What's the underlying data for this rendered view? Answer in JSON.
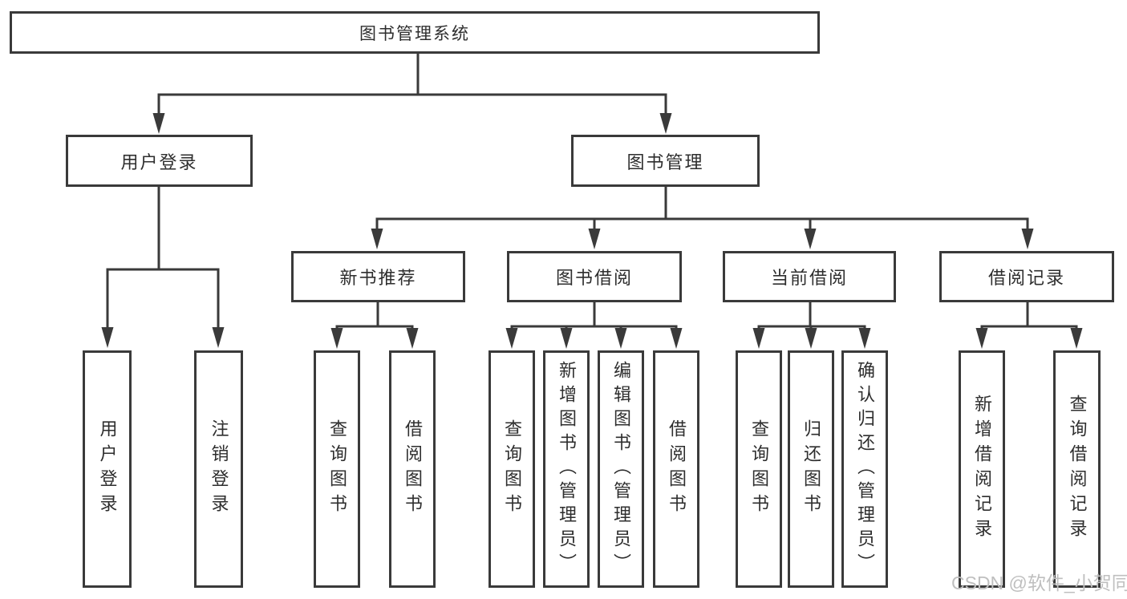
{
  "diagram": {
    "root": {
      "label": "图书管理系统"
    },
    "level2": {
      "user_login": {
        "label": "用户登录"
      },
      "book_management": {
        "label": "图书管理"
      }
    },
    "level3": {
      "new_book_recommend": {
        "label": "新书推荐"
      },
      "book_borrowing": {
        "label": "图书借阅"
      },
      "current_borrowing": {
        "label": "当前借阅"
      },
      "borrowing_records": {
        "label": "借阅记录"
      }
    },
    "leaves": {
      "user_login": [
        "用户登录",
        "注销登录"
      ],
      "new_book_recommend": [
        "查询图书",
        "借阅图书"
      ],
      "book_borrowing": [
        "查询图书",
        "新增图书（管理员）",
        "编辑图书（管理员）",
        "借阅图书"
      ],
      "current_borrowing": [
        "查询图书",
        "归还图书",
        "确认归还（管理员）"
      ],
      "borrowing_records": [
        "新增借阅记录",
        "查询借阅记录"
      ]
    }
  },
  "watermark": "CSDN @软件_小贺同学",
  "colors": {
    "line": "#3a3a3a",
    "box_border": "#3a3a3a",
    "text": "#2e2e2e",
    "watermark": "#bfbfbf",
    "background": "#ffffff"
  }
}
